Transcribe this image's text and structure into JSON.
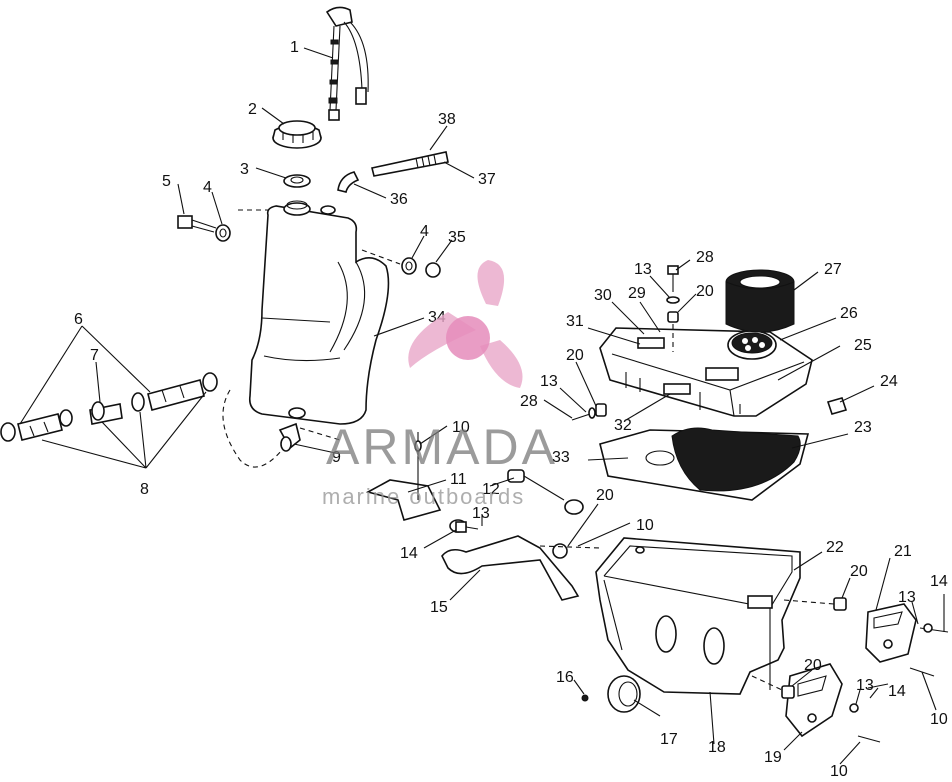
{
  "diagram": {
    "callouts": [
      {
        "key": "c1",
        "label": "1"
      },
      {
        "key": "c2",
        "label": "2"
      },
      {
        "key": "c3",
        "label": "3"
      },
      {
        "key": "c4a",
        "label": "4"
      },
      {
        "key": "c4b",
        "label": "4"
      },
      {
        "key": "c5",
        "label": "5"
      },
      {
        "key": "c6",
        "label": "6"
      },
      {
        "key": "c7",
        "label": "7"
      },
      {
        "key": "c8",
        "label": "8"
      },
      {
        "key": "c9",
        "label": "9"
      },
      {
        "key": "c10a",
        "label": "10"
      },
      {
        "key": "c10b",
        "label": "10"
      },
      {
        "key": "c10c",
        "label": "10"
      },
      {
        "key": "c10d",
        "label": "10"
      },
      {
        "key": "c11",
        "label": "11"
      },
      {
        "key": "c12",
        "label": "12"
      },
      {
        "key": "c13a",
        "label": "13"
      },
      {
        "key": "c13b",
        "label": "13"
      },
      {
        "key": "c13c",
        "label": "13"
      },
      {
        "key": "c13d",
        "label": "13"
      },
      {
        "key": "c13e",
        "label": "13"
      },
      {
        "key": "c14a",
        "label": "14"
      },
      {
        "key": "c14b",
        "label": "14"
      },
      {
        "key": "c14c",
        "label": "14"
      },
      {
        "key": "c15",
        "label": "15"
      },
      {
        "key": "c16",
        "label": "16"
      },
      {
        "key": "c17",
        "label": "17"
      },
      {
        "key": "c18",
        "label": "18"
      },
      {
        "key": "c19",
        "label": "19"
      },
      {
        "key": "c20a",
        "label": "20"
      },
      {
        "key": "c20b",
        "label": "20"
      },
      {
        "key": "c20c",
        "label": "20"
      },
      {
        "key": "c20d",
        "label": "20"
      },
      {
        "key": "c20e",
        "label": "20"
      },
      {
        "key": "c21",
        "label": "21"
      },
      {
        "key": "c22",
        "label": "22"
      },
      {
        "key": "c23",
        "label": "23"
      },
      {
        "key": "c24",
        "label": "24"
      },
      {
        "key": "c25",
        "label": "25"
      },
      {
        "key": "c26",
        "label": "26"
      },
      {
        "key": "c27",
        "label": "27"
      },
      {
        "key": "c28a",
        "label": "28"
      },
      {
        "key": "c28b",
        "label": "28"
      },
      {
        "key": "c29",
        "label": "29"
      },
      {
        "key": "c30",
        "label": "30"
      },
      {
        "key": "c31",
        "label": "31"
      },
      {
        "key": "c32",
        "label": "32"
      },
      {
        "key": "c33",
        "label": "33"
      },
      {
        "key": "c34",
        "label": "34"
      },
      {
        "key": "c35",
        "label": "35"
      },
      {
        "key": "c36",
        "label": "36"
      },
      {
        "key": "c37",
        "label": "37"
      },
      {
        "key": "c38",
        "label": "38"
      }
    ]
  },
  "watermark": {
    "title": "ARMADA",
    "subtitle": "marine outboards",
    "logo_icon": "propeller-icon",
    "logo_color": "#e8a6c8",
    "logo_hub_color": "#e58cbb"
  }
}
